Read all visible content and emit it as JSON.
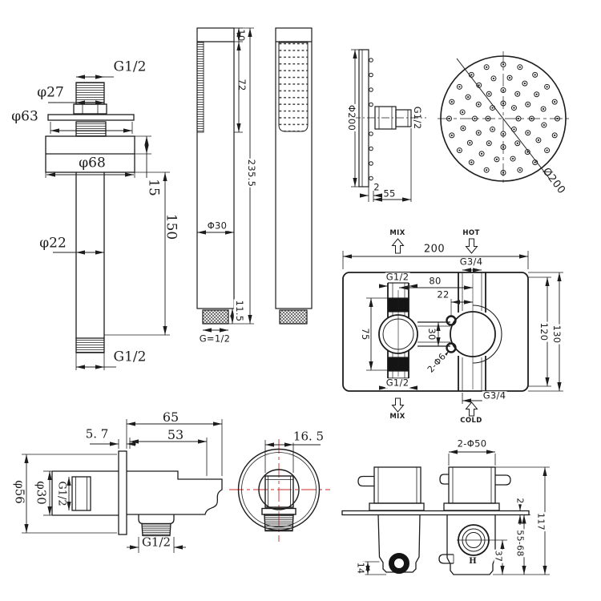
{
  "labels": {
    "arm": {
      "thread_top": "G1/2",
      "d27": "φ27",
      "d63": "φ63",
      "d68": "φ68",
      "h15": "15",
      "h150": "150",
      "d22": "φ22",
      "thread_bottom": "G1/2"
    },
    "wand": {
      "h10": "10",
      "h72": "72",
      "total": "235.5",
      "d30": "Φ30",
      "h115": "11.5",
      "thread": "G=1/2"
    },
    "head": {
      "side_diameter": "Φ200",
      "thread": "G1/2",
      "t2": "2",
      "t55": "55",
      "front_diameter": "Ø200"
    },
    "valve": {
      "mix_in": "MIX",
      "hot": "HOT",
      "width": "200",
      "g34_top": "G3/4",
      "g12_top": "G1/2",
      "w80": "80",
      "w22": "22",
      "h75": "75",
      "w30": "30",
      "holes": "2-Φ6",
      "h120": "120",
      "h130": "130",
      "g12_bottom": "G1/2",
      "mix_out": "MIX",
      "g34_bottom": "G3/4",
      "cold": "COLD"
    },
    "outlet": {
      "w65": "65",
      "w57": "5. 7",
      "w53": "53",
      "d56": "φ56",
      "d30": "φ30",
      "g_inner": "G1/2",
      "g_out": "G1/2",
      "w165": "16. 5"
    },
    "trim": {
      "handles": "2-Φ50",
      "plate": "2",
      "total": "117",
      "depth": "55-68",
      "h37": "37",
      "h14": "14",
      "hot_mark": "H"
    }
  },
  "colors": {
    "line": "#1c1c1c",
    "centerline_red": "#cc2a2a"
  }
}
